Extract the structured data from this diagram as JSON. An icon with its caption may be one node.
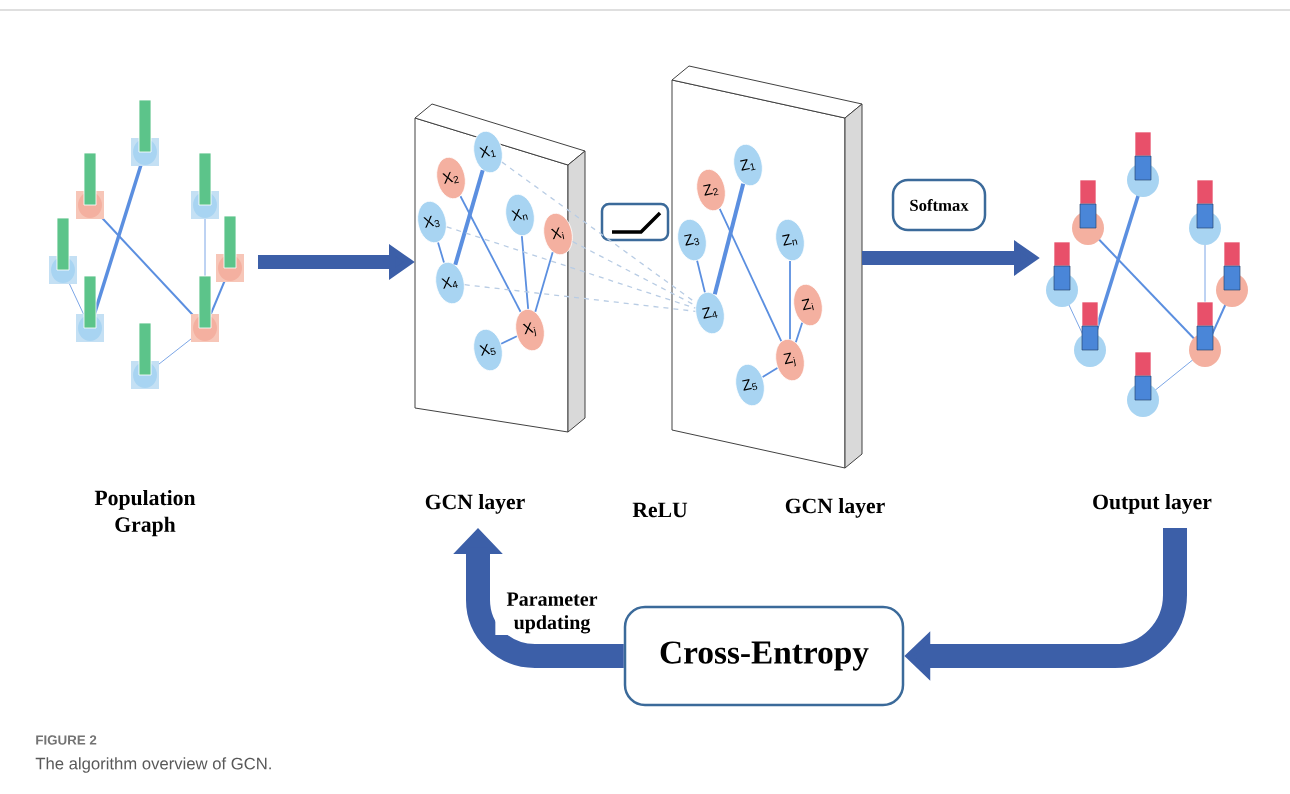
{
  "diagram": {
    "caption": "The algorithm overview of GCN.",
    "nodes": [
      {
        "text": [
          "Population Graph"
        ]
      },
      {
        "text": [
          "GCN layer"
        ]
      },
      {
        "text": [
          "X$_{1}$"
        ],
        "in": 1
      },
      {
        "text": [
          "X$_{2}$"
        ],
        "in": 1
      },
      {
        "text": [
          "X$_{3}$"
        ],
        "in": 1
      },
      {
        "text": [
          "X$_{n}$"
        ],
        "in": 1
      },
      {
        "text": [
          "X$_{4}$"
        ],
        "in": 1
      },
      {
        "text": [
          "X$_{i}$"
        ],
        "in": 1
      },
      {
        "text": [
          "X$_{j}$"
        ],
        "in": 1
      },
      {
        "text": [
          "X$_{5}$"
        ],
        "in": 1
      },
      {
        "text": [
          "GCN layer"
        ]
      },
      {
        "text": [
          "Z$_{1}$"
        ],
        "in": 10
      },
      {
        "text": [
          "Z$_{2}$"
        ],
        "in": 10
      },
      {
        "text": [
          "Z$_{3}$"
        ],
        "in": 10
      },
      {
        "text": [
          "Z$_{n}$"
        ],
        "in": 10
      },
      {
        "text": [
          "Z$_{4}$"
        ],
        "in": 10
      },
      {
        "text": [
          "Z$_{i}$"
        ],
        "in": 10
      },
      {
        "text": [
          "Z$_{j}$"
        ],
        "in": 10
      },
      {
        "text": [
          "Z$_{5}$"
        ],
        "in": 10
      },
      {
        "text": [
          "Softmax"
        ]
      },
      {
        "text": [
          "Output layer"
        ]
      },
      {
        "text": [
          "Cross-Entropy"
        ]
      }
    ],
    "edges": [
      {
        "from": 0,
        "to": 1,
        "arrow": "to",
        "style": "thick"
      },
      {
        "from": 10,
        "to": 20,
        "arrow": "to",
        "style": "thick"
      },
      {
        "from": 20,
        "to": 21,
        "arrow": "to",
        "style": "thick"
      },
      {
        "from": 21,
        "to": 1,
        "arrow": "to",
        "label": "Parameter updating",
        "style": "thick"
      },
      {
        "from": 2,
        "to": 6,
        "arrow": "none",
        "style": "thick"
      },
      {
        "from": 3,
        "to": 8,
        "arrow": "none"
      },
      {
        "from": 4,
        "to": 6,
        "arrow": "none"
      },
      {
        "from": 5,
        "to": 8,
        "arrow": "none"
      },
      {
        "from": 7,
        "to": 8,
        "arrow": "none"
      },
      {
        "from": 9,
        "to": 8,
        "arrow": "none"
      },
      {
        "from": 11,
        "to": 15,
        "arrow": "none",
        "style": "thick"
      },
      {
        "from": 12,
        "to": 17,
        "arrow": "none"
      },
      {
        "from": 13,
        "to": 15,
        "arrow": "none"
      },
      {
        "from": 14,
        "to": 17,
        "arrow": "none"
      },
      {
        "from": 16,
        "to": 17,
        "arrow": "none"
      },
      {
        "from": 18,
        "to": 17,
        "arrow": "none"
      },
      {
        "from": 2,
        "to": 15,
        "arrow": "none",
        "style": "dashed",
        "color": "#b8cce4"
      },
      {
        "from": 4,
        "to": 15,
        "arrow": "none",
        "style": "dashed",
        "color": "#b8cce4"
      },
      {
        "from": 6,
        "to": 15,
        "arrow": "none",
        "style": "dashed",
        "color": "#b8cce4"
      },
      {
        "from": 7,
        "to": 15,
        "arrow": "none",
        "style": "dashed",
        "color": "#b8cce4"
      }
    ],
    "labels": [
      "ReLU",
      "FIGURE 2"
    ]
  }
}
